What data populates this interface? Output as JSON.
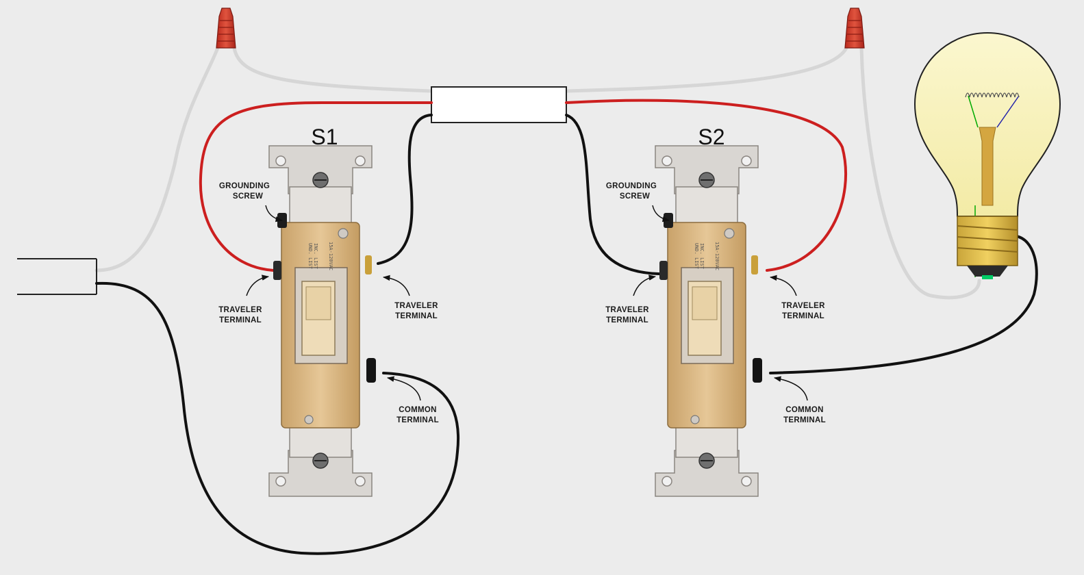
{
  "switches": [
    {
      "id": "s1",
      "name": "S1",
      "labels": {
        "grounding": [
          "GROUNDING",
          "SCREW"
        ],
        "traveler_left": [
          "TRAVELER",
          "TERMINAL"
        ],
        "traveler_right": [
          "TRAVELER",
          "TERMINAL"
        ],
        "common": [
          "COMMON",
          "TERMINAL"
        ]
      }
    },
    {
      "id": "s2",
      "name": "S2",
      "labels": {
        "grounding": [
          "GROUNDING",
          "SCREW"
        ],
        "traveler_left": [
          "TRAVELER",
          "TERMINAL"
        ],
        "traveler_right": [
          "TRAVELER",
          "TERMINAL"
        ],
        "common": [
          "COMMON",
          "TERMINAL"
        ]
      }
    }
  ],
  "wire_colors": {
    "hot": "#111111",
    "traveler": "#cc1f1f",
    "neutral": "#d6d6d6"
  },
  "components": {
    "wire_nut_icon": "wire-nut",
    "bulb_icon": "incandescent-bulb",
    "switch_icon": "three-way-toggle-switch"
  }
}
